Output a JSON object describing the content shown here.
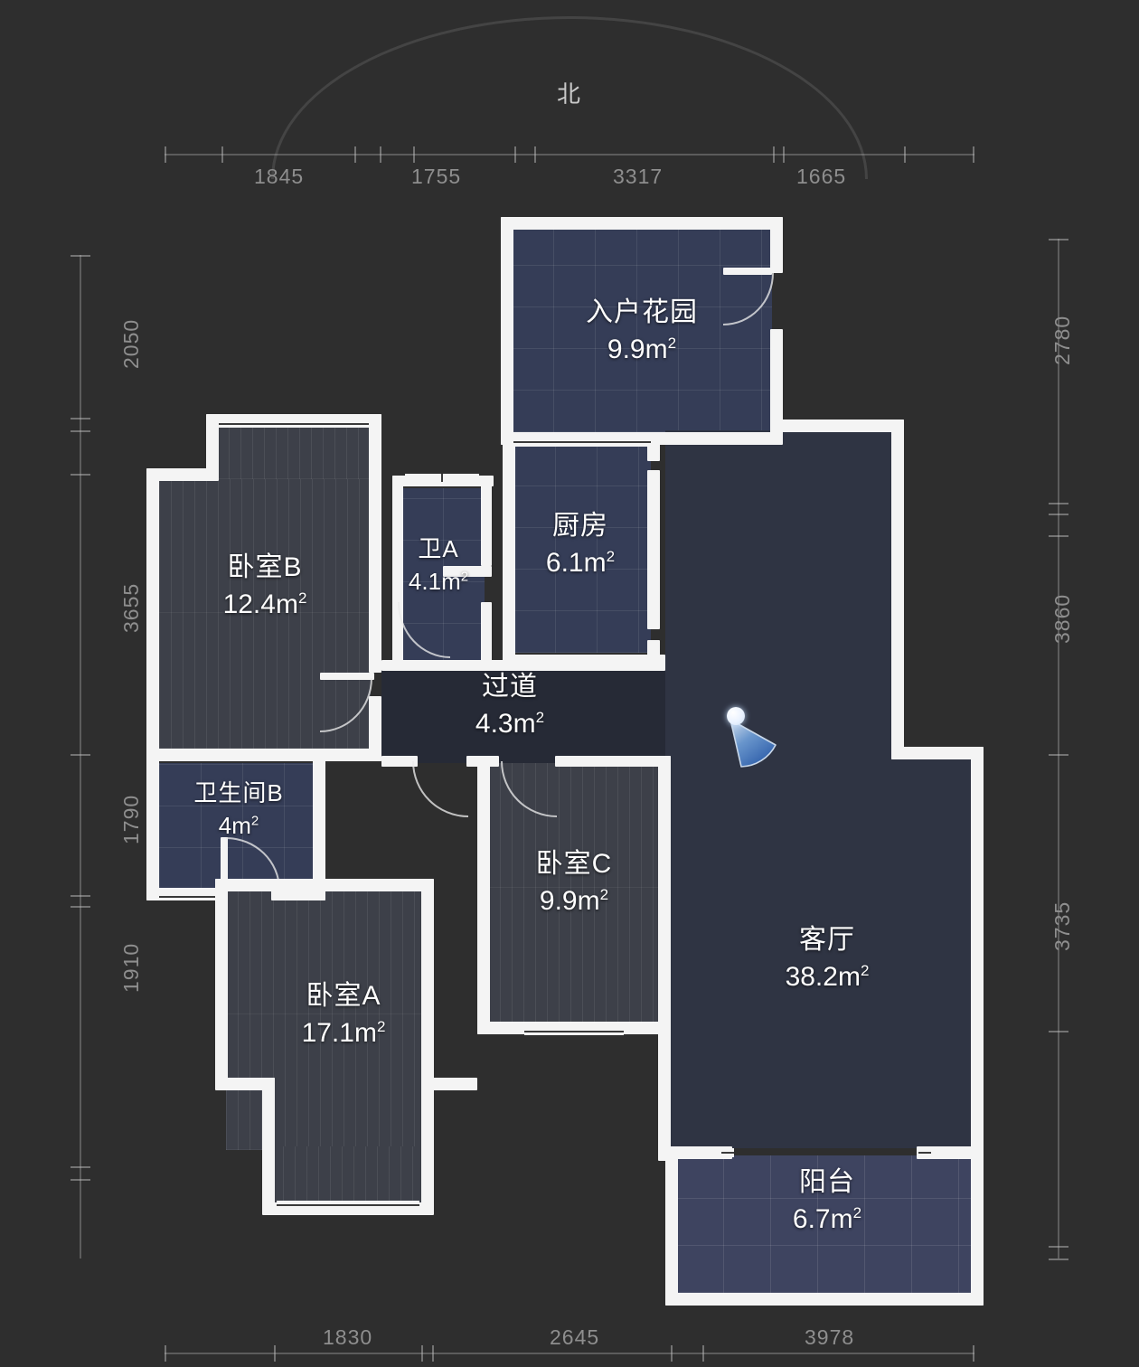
{
  "compass": {
    "label": "北",
    "name": "north-indicator"
  },
  "rulers": {
    "top": {
      "values": [
        "1845",
        "1755",
        "3317",
        "1665"
      ]
    },
    "bottom": {
      "values": [
        "1830",
        "2645",
        "3978"
      ]
    },
    "left": {
      "values": [
        "2050",
        "3655",
        "1790",
        "1910"
      ]
    },
    "right": {
      "values": [
        "2780",
        "3860",
        "3735"
      ]
    }
  },
  "rooms": [
    {
      "key": "entry_garden",
      "name": "入户花园",
      "area": "9.9",
      "unit": "m",
      "exp": "2"
    },
    {
      "key": "kitchen",
      "name": "厨房",
      "area": "6.1",
      "unit": "m",
      "exp": "2"
    },
    {
      "key": "bath_a",
      "name": "卫A",
      "area": "4.1",
      "unit": "m",
      "exp": "2"
    },
    {
      "key": "bedroom_b",
      "name": "卧室B",
      "area": "12.4",
      "unit": "m",
      "exp": "2"
    },
    {
      "key": "bath_b",
      "name": "卫生间B",
      "area": "4",
      "unit": "m",
      "exp": "2"
    },
    {
      "key": "hallway",
      "name": "过道",
      "area": "4.3",
      "unit": "m",
      "exp": "2"
    },
    {
      "key": "bedroom_c",
      "name": "卧室C",
      "area": "9.9",
      "unit": "m",
      "exp": "2"
    },
    {
      "key": "bedroom_a",
      "name": "卧室A",
      "area": "17.1",
      "unit": "m",
      "exp": "2"
    },
    {
      "key": "living",
      "name": "客厅",
      "area": "38.2",
      "unit": "m",
      "exp": "2"
    },
    {
      "key": "balcony",
      "name": "阳台",
      "area": "6.7",
      "unit": "m",
      "exp": "2"
    }
  ],
  "colors": {
    "background": "#2e2e2e",
    "wall": "#f4f4f4",
    "floor_tile": "#353d57",
    "floor_wood": "#3d4049",
    "floor_living": "#2f3443",
    "floor_balcony": "#3e4460",
    "dimension_text": "#8e8e8e",
    "room_text": "#ffffff",
    "viewpoint_accent": "#2f6fd0"
  },
  "viewpoint": {
    "name": "camera-viewpoint-marker"
  }
}
